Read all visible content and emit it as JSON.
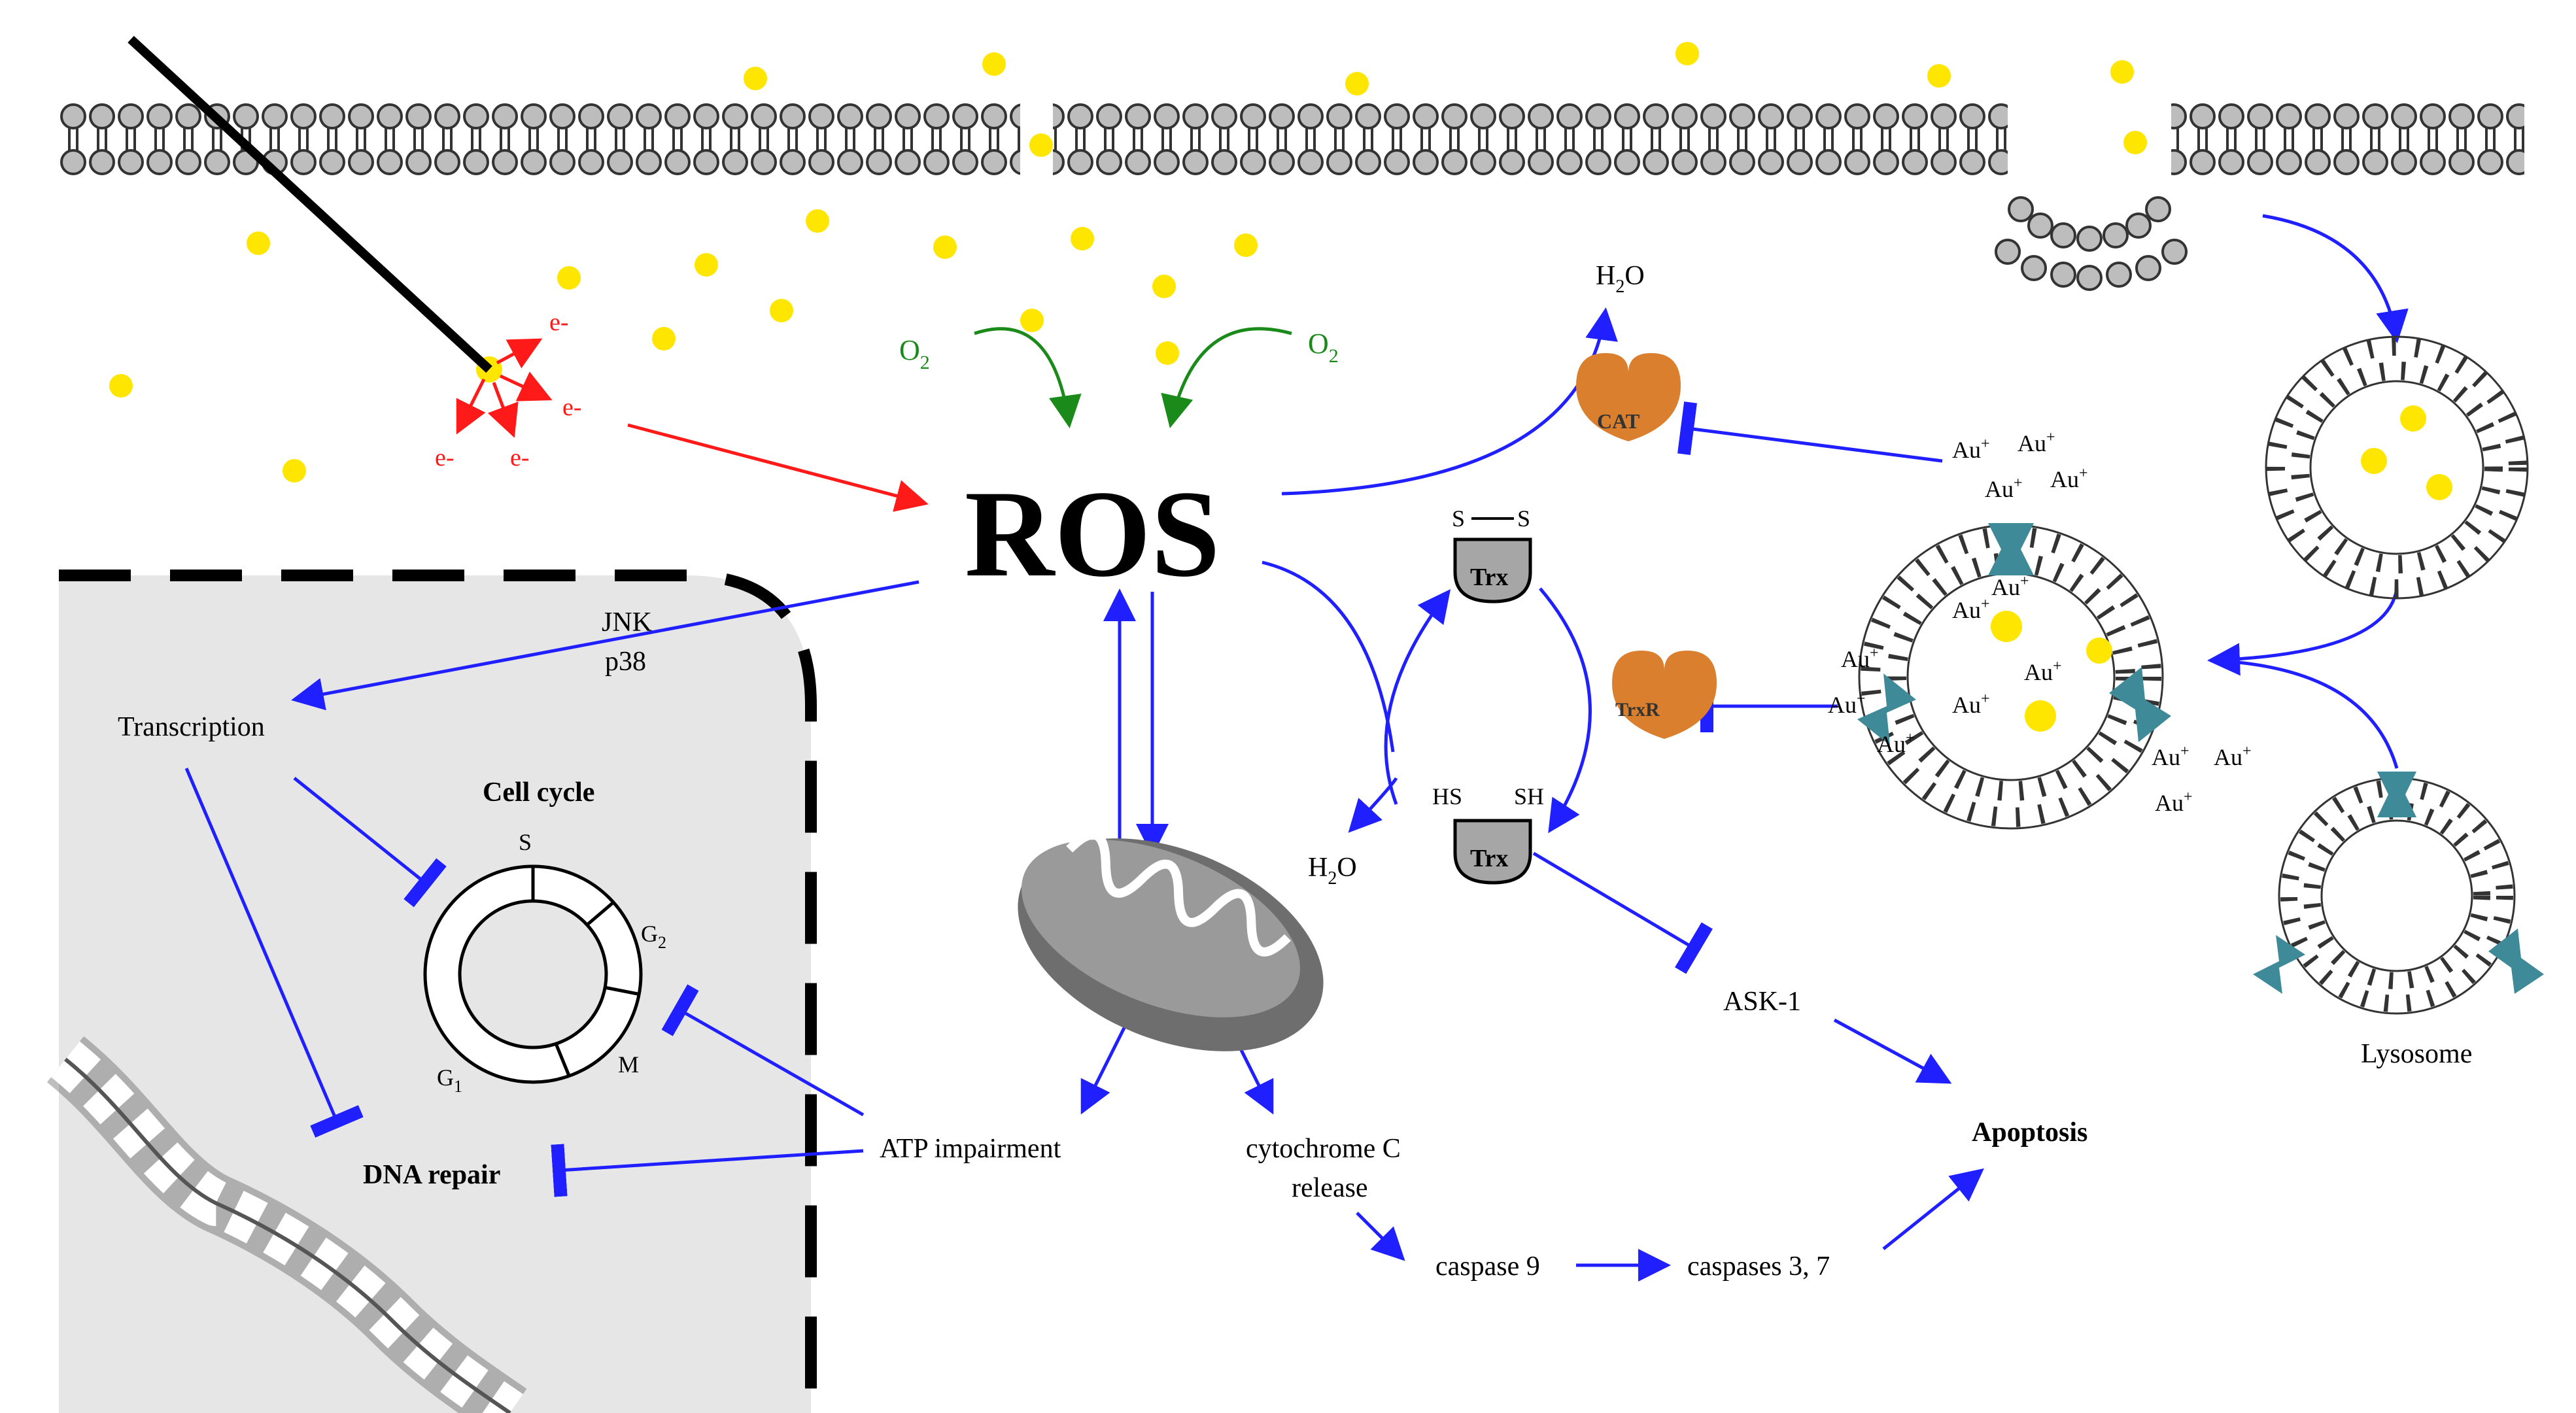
{
  "colors": {
    "inhibit_blue": "#1f1fff",
    "electron_red": "#ff1a1a",
    "oxygen_green": "#1a8a1a",
    "gold_np": "#ffe600",
    "nucleus_fill": "#e6e6e6",
    "enzyme_orange": "#d97f2e",
    "trx_grey": "#a6a6a6",
    "channel_teal": "#3f8a99"
  },
  "labels": {
    "electron": "e-",
    "oxygen": "O",
    "oxygen_sub": "2",
    "ros": "ROS",
    "water": "H",
    "water_sub": "2",
    "water_tail": "O",
    "cat": "CAT",
    "trxr": "TrxR",
    "trx": "Trx",
    "s": "S",
    "hs": "HS",
    "sh": "SH",
    "jnk": "JNK",
    "p38": "p38",
    "transcription": "Transcription",
    "cell_cycle": "Cell cycle",
    "phase_s": "S",
    "phase_g2": "G",
    "phase_g2_sub": "2",
    "phase_m": "M",
    "phase_g1": "G",
    "phase_g1_sub": "1",
    "dna_repair": "DNA repair",
    "atp": "ATP impairment",
    "cytochrome_line1": "cytochrome C",
    "cytochrome_line2": "release",
    "caspase9": "caspase 9",
    "caspases37": "caspases 3, 7",
    "ask1": "ASK-1",
    "apoptosis": "Apoptosis",
    "lysosome": "Lysosome",
    "au": "Au",
    "au_sup": "+"
  }
}
